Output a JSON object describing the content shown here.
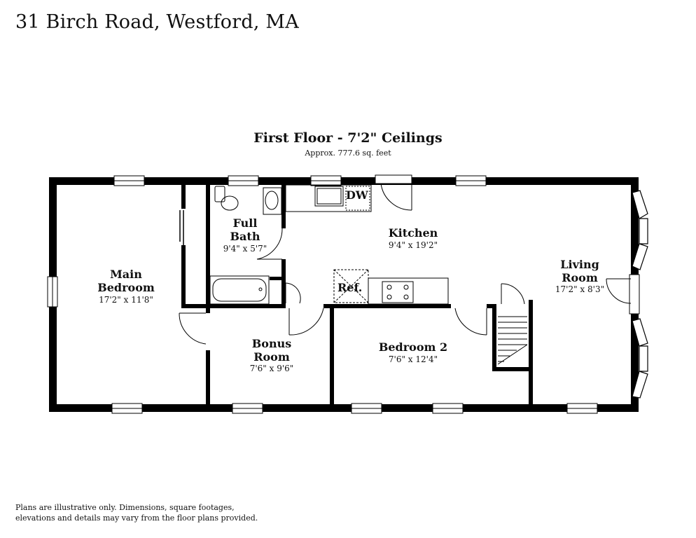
{
  "header": {
    "address": "31 Birch Road, Westford, MA"
  },
  "floor": {
    "title": "First Floor - 7'2\" Ceilings",
    "area": "Approx. 777.6 sq. feet"
  },
  "rooms": {
    "main_bedroom": {
      "name": "Main Bedroom",
      "line1": "Main",
      "line2": "Bedroom",
      "dims": "17'2\" x 11'8\""
    },
    "full_bath": {
      "name": "Full Bath",
      "line1": "Full",
      "line2": "Bath",
      "dims": "9'4\" x 5'7\""
    },
    "kitchen": {
      "name": "Kitchen",
      "dims": "9'4\" x 19'2\""
    },
    "living_room": {
      "name": "Living Room",
      "line1": "Living",
      "line2": "Room",
      "dims": "17'2\" x 8'3\""
    },
    "bonus_room": {
      "name": "Bonus Room",
      "line1": "Bonus",
      "line2": "Room",
      "dims": "7'6\" x 9'6\""
    },
    "bedroom_2": {
      "name": "Bedroom 2",
      "dims": "7'6\" x 12'4\""
    }
  },
  "fixtures": {
    "dishwasher": "DW",
    "refrigerator": "Ref."
  },
  "footer": {
    "disclaimer_line1": "Plans are illustrative only. Dimensions, square footages,",
    "disclaimer_line2": "elevations and details may vary from the floor plans provided."
  }
}
